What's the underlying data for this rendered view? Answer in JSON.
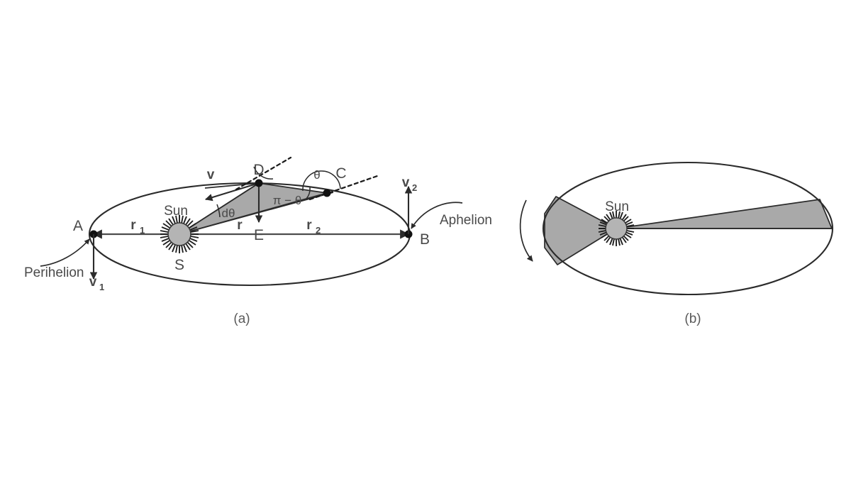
{
  "figure": {
    "title": "Kepler orbital geometry and equal-areas law",
    "background_color": "#ffffff",
    "stroke_color": "#2b2b2b",
    "shade_color": "#a9a9a9",
    "sun_color": "#b4b4b4"
  },
  "panel_a": {
    "caption": "(a)",
    "labels": {
      "point_a": "A",
      "point_b": "B",
      "point_c": "C",
      "point_d": "D",
      "point_e": "E",
      "point_s": "S",
      "sun": "Sun",
      "perihelion": "Perihelion",
      "aphelion": "Aphelion",
      "r1": "r",
      "r1_sub": "1",
      "r2": "r",
      "r2_sub": "2",
      "r": "r",
      "v": "v",
      "v1": "v",
      "v1_sub": "1",
      "v2": "v",
      "v2_sub": "2",
      "d_theta": "dθ",
      "pi_minus_theta": "π − θ",
      "theta": "θ"
    }
  },
  "panel_b": {
    "caption": "(b)",
    "labels": {
      "sun": "Sun"
    }
  }
}
